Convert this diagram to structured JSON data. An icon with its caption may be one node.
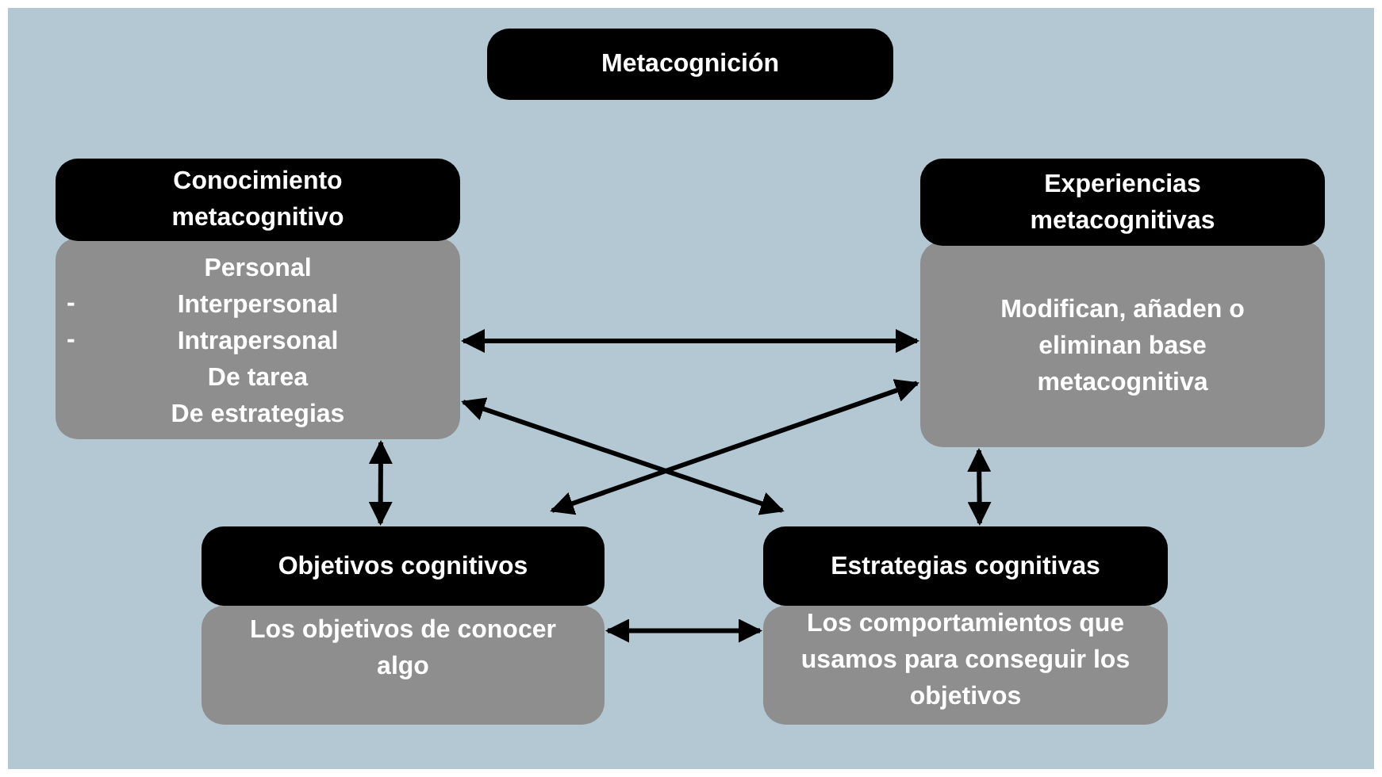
{
  "diagram": {
    "nodes": [
      {
        "text": [
          "Metacognición"
        ]
      },
      {
        "text": [
          "Conocimiento metacognitivo"
        ]
      },
      {
        "text": [
          "Personal",
          "Interpersonal",
          "Intrapersonal",
          "De tarea",
          "De estrategias"
        ]
      },
      {
        "text": [
          "Experiencias metacognitivas"
        ]
      },
      {
        "text": [
          "Modifican, añaden o eliminan base metacognitiva"
        ]
      },
      {
        "text": [
          "Objetivos cognitivos"
        ]
      },
      {
        "text": [
          "Los objetivos de conocer algo"
        ]
      },
      {
        "text": [
          "Estrategias cognitivas"
        ]
      },
      {
        "text": [
          "Los comportamientos que usamos para conseguir los objetivos"
        ]
      }
    ],
    "edges": [
      {
        "from": 2,
        "to": 4,
        "arrow": "both"
      },
      {
        "from": 2,
        "to": 5,
        "arrow": "both"
      },
      {
        "from": 4,
        "to": 7,
        "arrow": "both"
      },
      {
        "from": 6,
        "to": 8,
        "arrow": "both"
      },
      {
        "from": 2,
        "to": 7,
        "arrow": "both"
      },
      {
        "from": 4,
        "to": 5,
        "arrow": "both"
      }
    ],
    "labels": [
      "-",
      "-"
    ]
  }
}
